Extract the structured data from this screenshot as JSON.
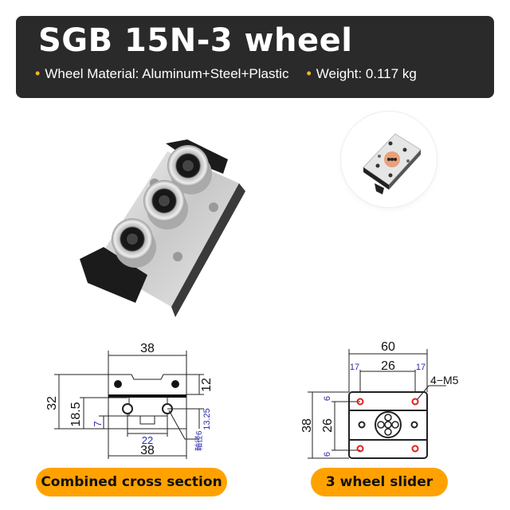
{
  "header": {
    "title": "SGB 15N-3 wheel",
    "specs": [
      {
        "label": "Wheel Material: Aluminum+Steel+Plastic"
      },
      {
        "label": "Weight: 0.117 kg"
      }
    ],
    "bullet": "•",
    "bg_color": "#2a2a2a",
    "bullet_color": "#f0b429"
  },
  "images": {
    "product_icon": "slider-product-photo",
    "thumbnail_icon": "slider-bottom-view-photo"
  },
  "cross_section": {
    "dims": {
      "top_width": "38",
      "bottom_width": "38",
      "height": "32",
      "top_height": "12",
      "mid_height": "18.5",
      "wheel_offset": "7",
      "wheel_spacing": "22",
      "wheel_height": "13.25",
      "axle_label": "軸径6"
    },
    "caption": "Combined cross section"
  },
  "slider": {
    "dims": {
      "width": "60",
      "inner_width": "26",
      "left_edge": "17",
      "right_edge": "17",
      "height": "38",
      "inner_height": "26",
      "top_edge": "6",
      "bottom_edge": "6",
      "thread": "4−M5"
    },
    "caption": "3 wheel slider"
  },
  "colors": {
    "pill": "#ffa200",
    "dim_blue": "#2b2bb0",
    "hole_red": "#e02020"
  }
}
